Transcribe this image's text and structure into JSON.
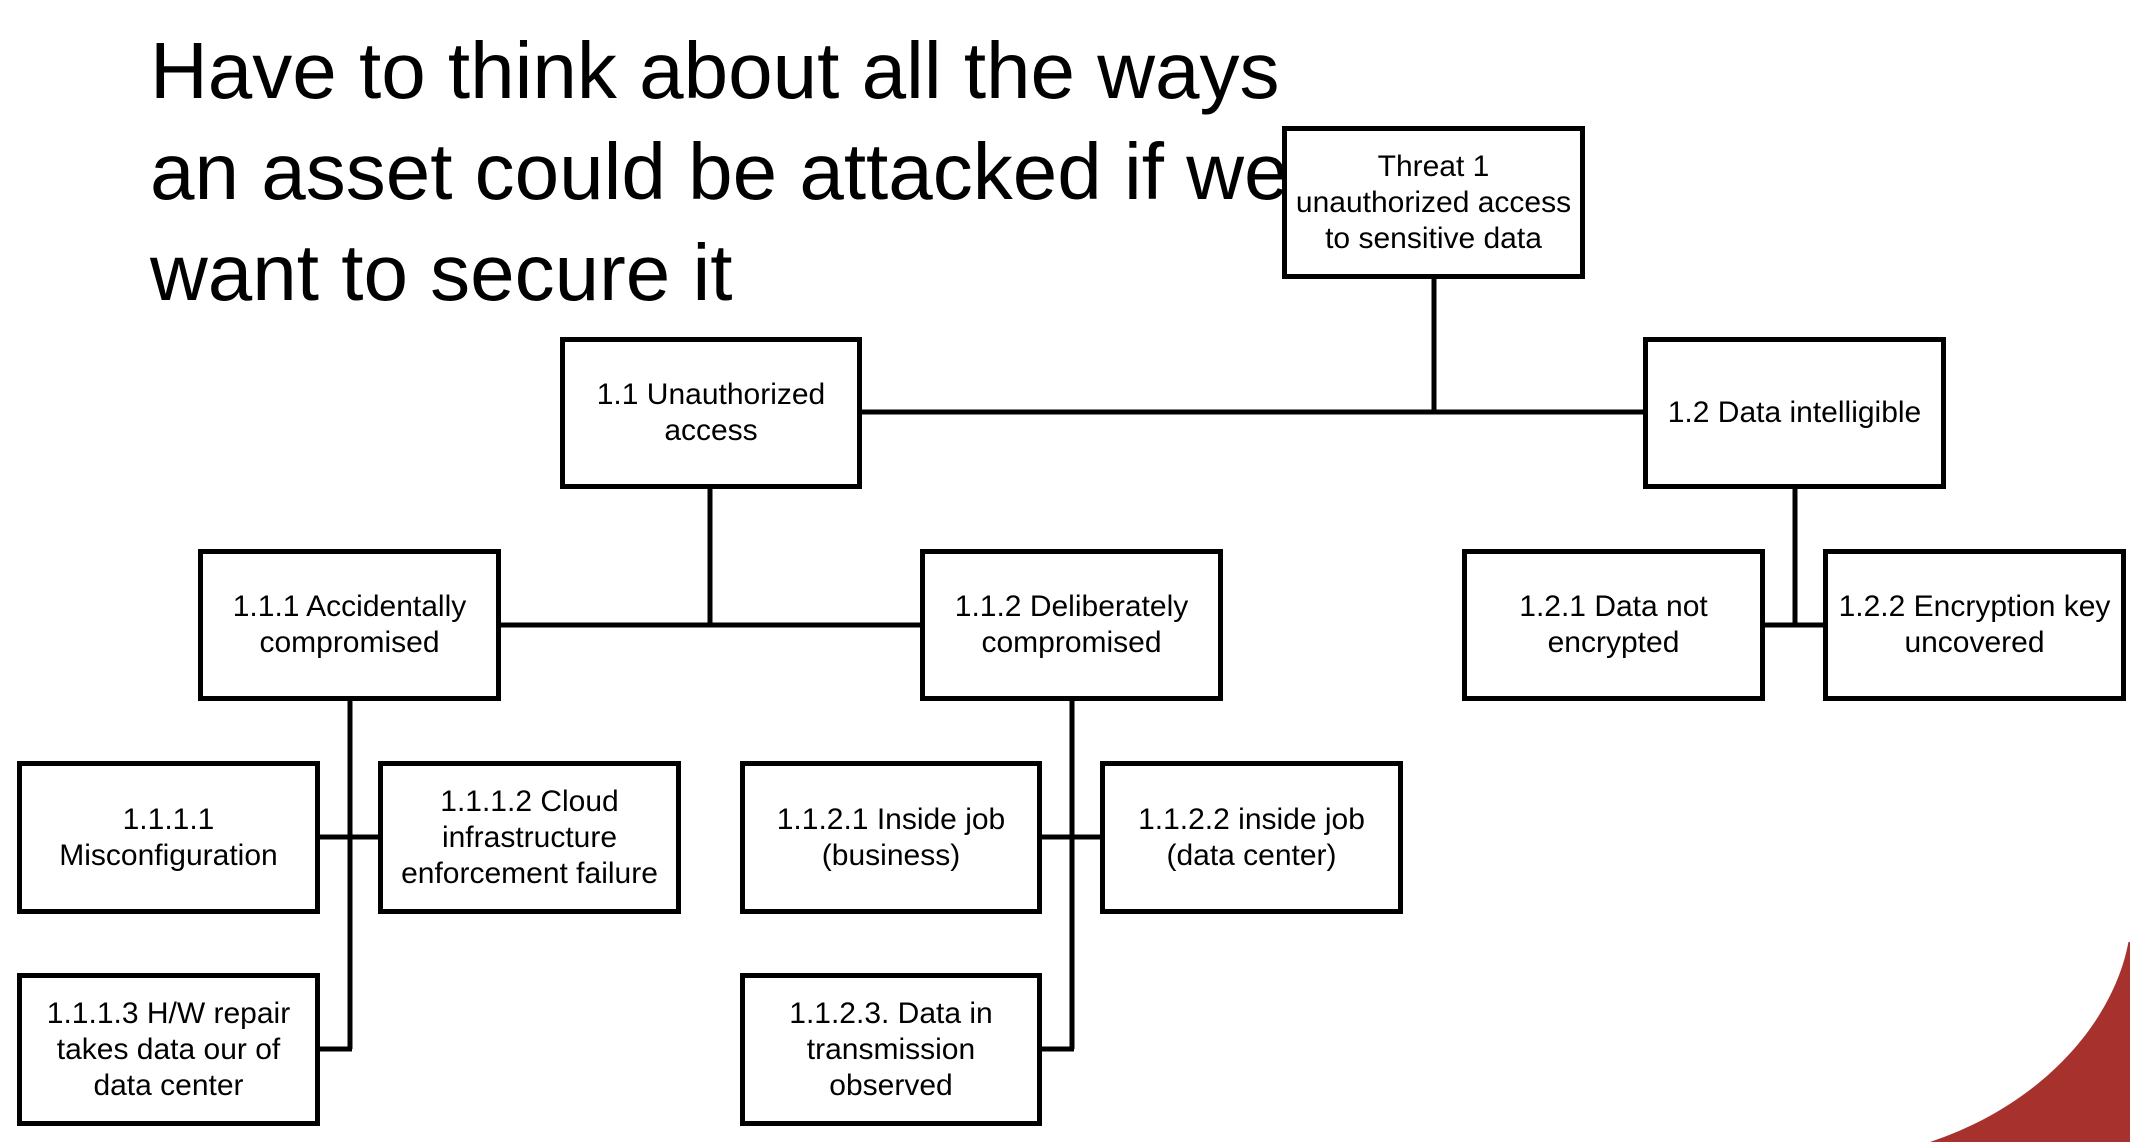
{
  "title_lines": [
    "Have to think about all the ways",
    "an asset could be attacked if we",
    "want to secure it"
  ],
  "colors": {
    "box_border": "#000000",
    "connector": "#000000",
    "accent": "#A6312D"
  },
  "nodes": {
    "root": [
      "Threat 1",
      "unauthorized access",
      "to sensitive data"
    ],
    "n1_1": [
      "1.1 Unauthorized",
      "access"
    ],
    "n1_2": [
      "1.2 Data intelligible"
    ],
    "n1_1_1": [
      "1.1.1 Accidentally",
      "compromised"
    ],
    "n1_1_2": [
      "1.1.2 Deliberately",
      "compromised"
    ],
    "n1_2_1": [
      "1.2.1 Data not",
      "encrypted"
    ],
    "n1_2_2": [
      "1.2.2 Encryption key",
      "uncovered"
    ],
    "n1_1_1_1": [
      "1.1.1.1",
      "Misconfiguration"
    ],
    "n1_1_1_2": [
      "1.1.1.2 Cloud",
      "infrastructure",
      "enforcement failure"
    ],
    "n1_1_1_3": [
      "1.1.1.3 H/W repair",
      "takes data our of",
      "data center"
    ],
    "n1_1_2_1": [
      "1.1.2.1 Inside job",
      "(business)"
    ],
    "n1_1_2_2": [
      "1.1.2.2 inside job",
      "(data center)"
    ],
    "n1_1_2_3": [
      "1.1.2.3. Data in",
      "transmission",
      "observed"
    ]
  }
}
